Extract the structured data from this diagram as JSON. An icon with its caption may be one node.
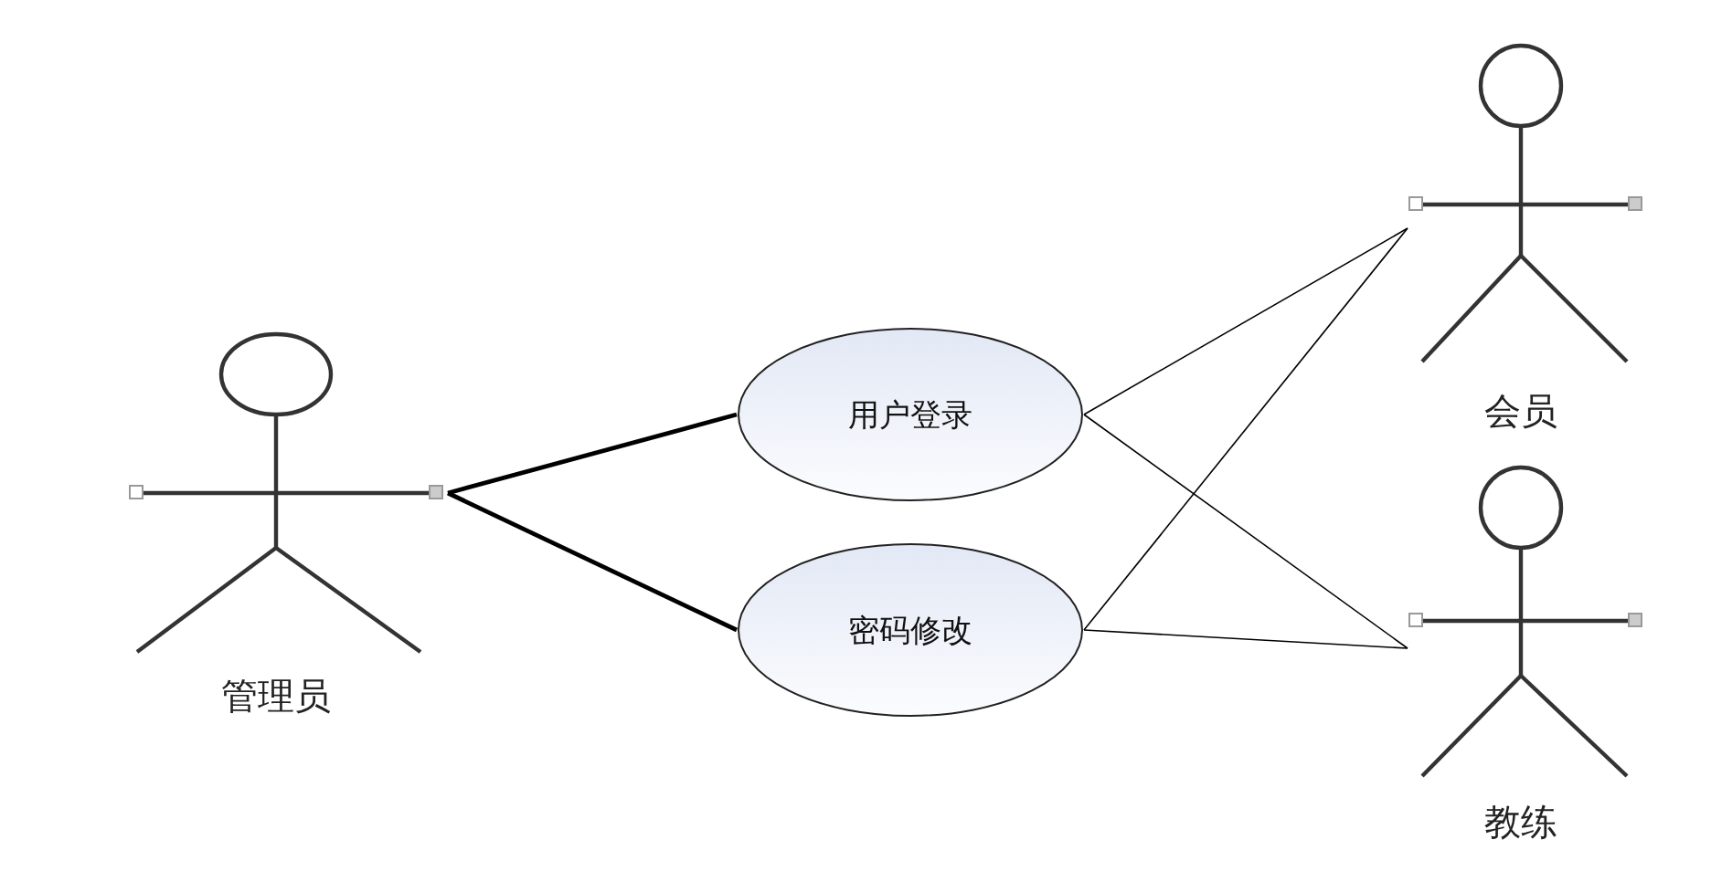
{
  "diagram": {
    "nodes": [
      {
        "text": [
          "管理员"
        ]
      },
      {
        "text": [
          "用户登录"
        ]
      },
      {
        "text": [
          "密码修改"
        ]
      },
      {
        "text": [
          "会员"
        ]
      },
      {
        "text": [
          "教练"
        ]
      }
    ],
    "edges": [
      {
        "from": 0,
        "to": 1,
        "arrow": "none",
        "style": "thick"
      },
      {
        "from": 0,
        "to": 2,
        "arrow": "none",
        "style": "thick"
      },
      {
        "from": 1,
        "to": 3,
        "arrow": "none"
      },
      {
        "from": 1,
        "to": 4,
        "arrow": "none"
      },
      {
        "from": 2,
        "to": 3,
        "arrow": "none"
      },
      {
        "from": 2,
        "to": 4,
        "arrow": "none"
      }
    ]
  }
}
